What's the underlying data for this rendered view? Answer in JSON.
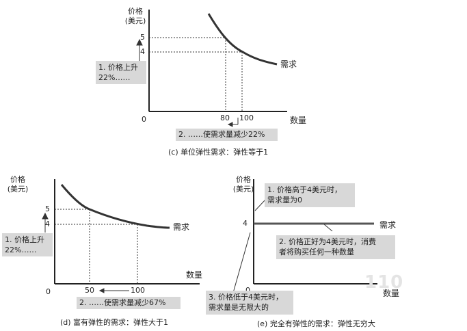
{
  "panel_c": {
    "y_axis_title": "价格\n(美元)",
    "x_axis_title": "数量",
    "origin": "0",
    "y_ticks": [
      "5",
      "4"
    ],
    "x_ticks": [
      "80",
      "100"
    ],
    "curve_label": "需求",
    "note_price": "1. 价格上升\n22%……",
    "note_quantity": "2. ……使需求量减少22%",
    "caption": "(c) 单位弹性需求：弹性等于1"
  },
  "panel_d": {
    "y_axis_title": "价格\n(美元)",
    "x_axis_title": "数量",
    "origin": "0",
    "y_ticks": [
      "5",
      "4"
    ],
    "x_ticks": [
      "50",
      "100"
    ],
    "curve_label": "需求",
    "note_price": "1. 价格上升\n22%……",
    "note_quantity": "2. ……使需求量减少67%",
    "caption": "(d) 富有弹性的需求：弹性大于1"
  },
  "panel_e": {
    "y_axis_title": "价格\n(美元)",
    "x_axis_title": "数量",
    "origin": "0",
    "y_ticks": [
      "4"
    ],
    "curve_label": "需求",
    "note_above": "1. 价格高于4美元时，\n需求量为0",
    "note_equal": "2. 价格正好为4美元时，消费\n者将购买任何一种数量",
    "note_below": "3. 价格低于4美元时，\n需求量是无限大的",
    "caption": "(e) 完全有弹性的需求：弹性无穷大"
  },
  "watermark": "110"
}
